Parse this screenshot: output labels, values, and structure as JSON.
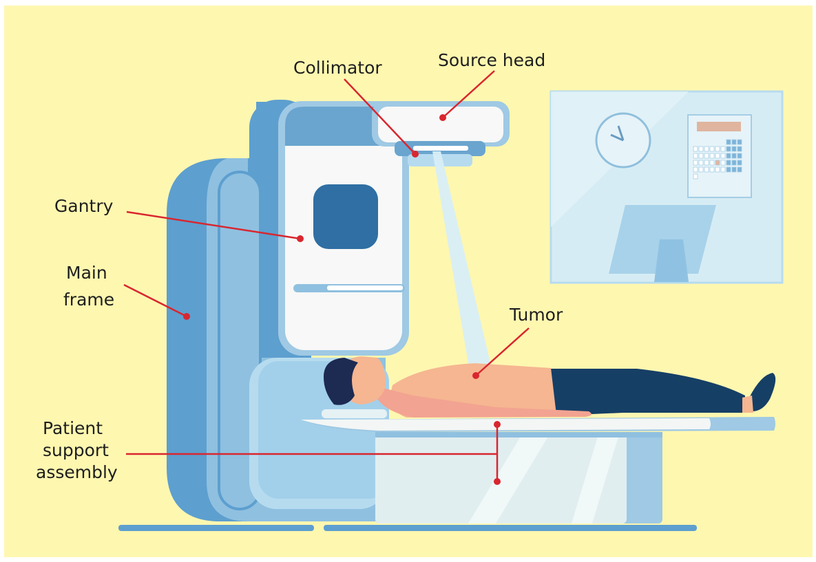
{
  "labels": {
    "collimator": "Collimator",
    "source_head": "Source head",
    "gantry": "Gantry",
    "main_frame_line1": "Main",
    "main_frame_line2": "frame",
    "tumor": "Tumor",
    "patient_support_line1": "Patient",
    "patient_support_line2": "support",
    "patient_support_line3": "assembly"
  },
  "colors": {
    "background": "#fef7b0",
    "leader_line": "#d9262f",
    "machine_dark": "#5d9fcf",
    "machine_mid": "#8fc0e0",
    "machine_light": "#b6dbef",
    "panel_white": "#f7f8f7",
    "window_dark": "#2f6fa3",
    "skin": "#f5b691",
    "pants": "#163f66",
    "hair": "#1d2a52"
  },
  "icons": [
    "wall-clock-icon",
    "wall-calendar-icon",
    "monitor-icon"
  ]
}
